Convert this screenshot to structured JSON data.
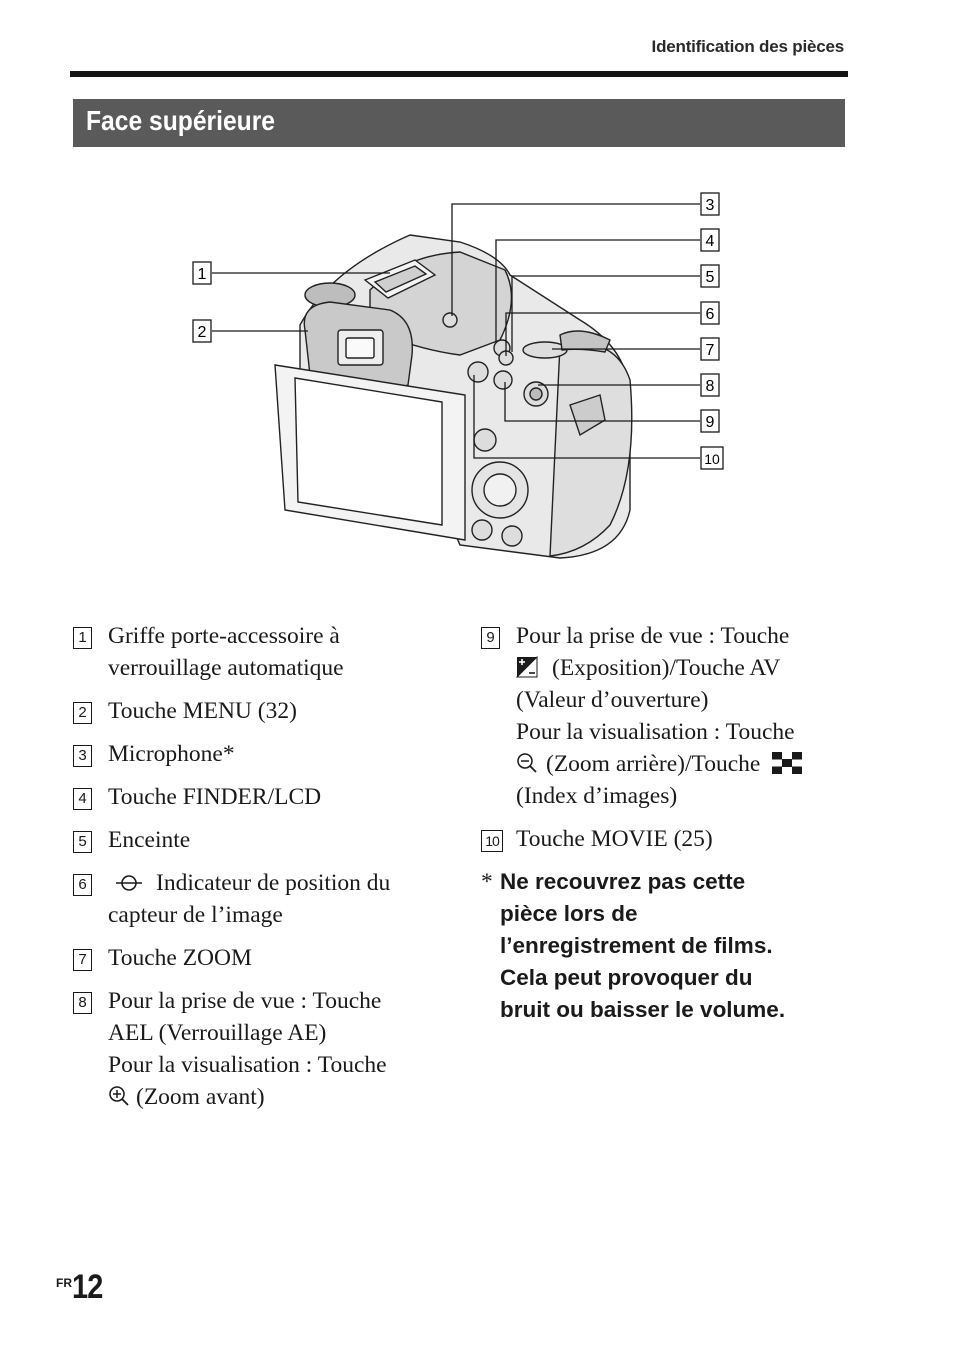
{
  "header": {
    "running_title": "Identification des pièces"
  },
  "section": {
    "title": "Face supérieure"
  },
  "figure": {
    "callouts": [
      "1",
      "2",
      "3",
      "4",
      "5",
      "6",
      "7",
      "8",
      "9",
      "10"
    ]
  },
  "left_items": [
    {
      "num": "1",
      "lines": [
        "Griffe porte-accessoire à",
        "verrouillage automatique"
      ]
    },
    {
      "num": "2",
      "lines": [
        "Touche MENU (32)"
      ]
    },
    {
      "num": "3",
      "lines": [
        "Microphone*"
      ]
    },
    {
      "num": "4",
      "lines": [
        "Touche FINDER/LCD"
      ]
    },
    {
      "num": "5",
      "lines": [
        "Enceinte"
      ]
    },
    {
      "num": "6",
      "lines": [
        "Indicateur de position du",
        "capteur de l’image"
      ]
    },
    {
      "num": "7",
      "lines": [
        "Touche ZOOM"
      ]
    },
    {
      "num": "8",
      "lines": [
        "Pour la prise de vue : Touche",
        "AEL (Verrouillage AE)",
        "Pour la visualisation : Touche",
        "(Zoom avant)"
      ]
    }
  ],
  "right_items": [
    {
      "num": "9",
      "lines": [
        "Pour la prise de vue : Touche",
        "(Exposition)/Touche AV",
        "(Valeur d’ouverture)",
        "Pour la visualisation : Touche",
        "(Zoom arrière)/Touche",
        "(Index d’images)"
      ]
    },
    {
      "num": "10",
      "lines": [
        "Touche MOVIE (25)"
      ]
    }
  ],
  "note": {
    "marker": "*",
    "lines": [
      "Ne recouvrez pas cette",
      "pièce lors de",
      "l’enregistrement de films.",
      "Cela peut provoquer du",
      "bruit ou baisser le volume."
    ]
  },
  "footer": {
    "lang": "FR",
    "page": "12"
  },
  "icons": {
    "item6": "sensor-position-icon",
    "item8": "zoom-in-icon",
    "item9_a": "exposure-icon",
    "item9_b": "zoom-out-icon",
    "item9_c": "image-index-icon"
  }
}
